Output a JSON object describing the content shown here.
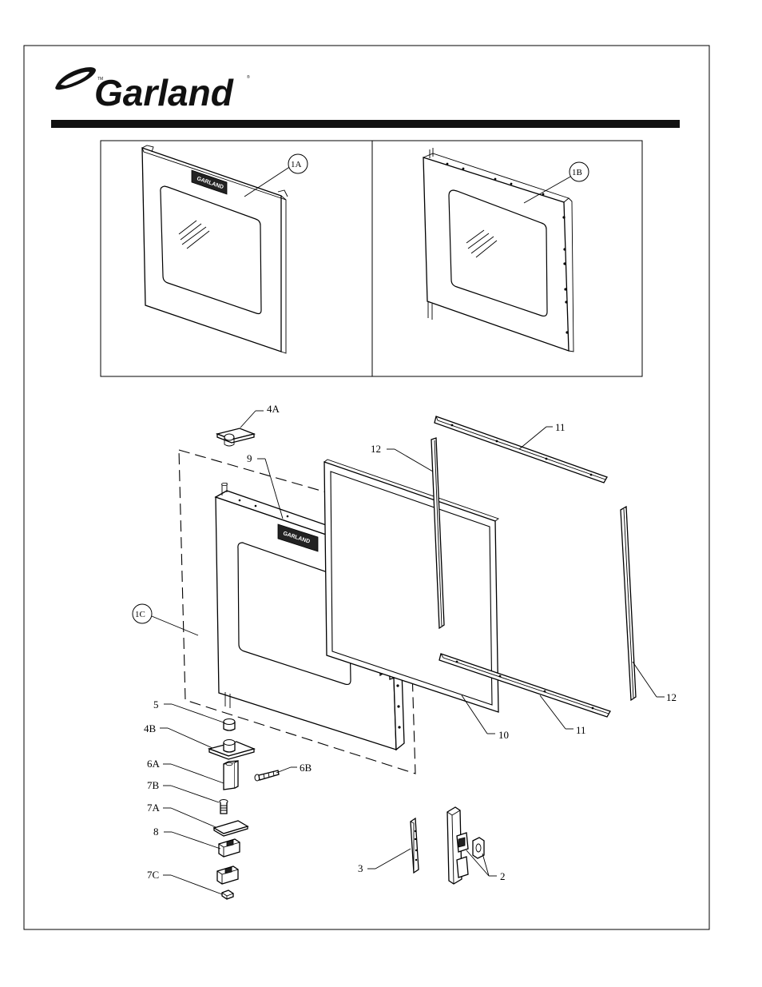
{
  "brand": {
    "name": "Garland",
    "trademark": "TM",
    "registered": "®",
    "plate_text": "GARLAND"
  },
  "colors": {
    "ink": "#000000",
    "paper": "#ffffff",
    "header_rule": "#111111"
  },
  "callouts": {
    "c1A": "1A",
    "c1B": "1B",
    "c1C": "1C",
    "c2": "2",
    "c3": "3",
    "c4A": "4A",
    "c4B": "4B",
    "c5": "5",
    "c6A": "6A",
    "c6B": "6B",
    "c7A": "7A",
    "c7B": "7B",
    "c7C": "7C",
    "c8": "8",
    "c9": "9",
    "c10": "10",
    "c11_top": "11",
    "c11_bottom": "11",
    "c12_left": "12",
    "c12_right": "12"
  }
}
